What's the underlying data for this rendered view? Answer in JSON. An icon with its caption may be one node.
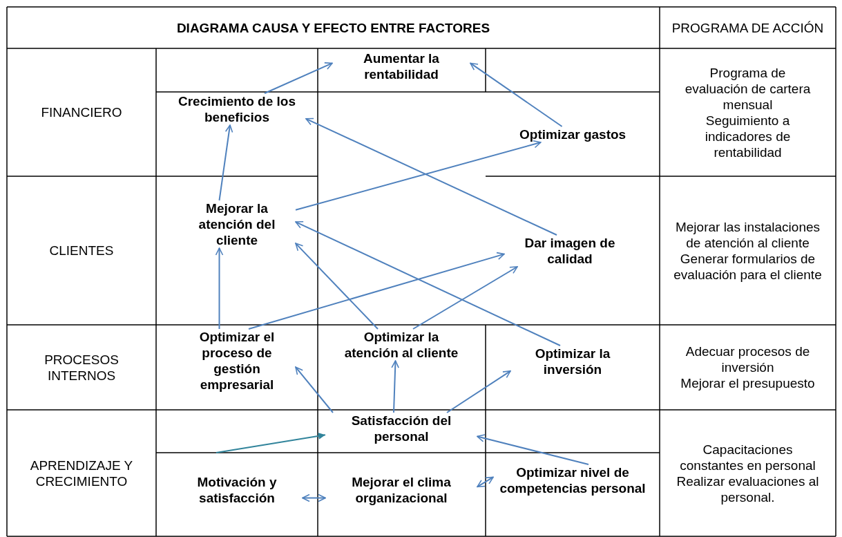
{
  "diagram": {
    "nodes": [
      {
        "text": [
          "Aumentar la rentabilidad"
        ]
      },
      {
        "text": [
          "Crecimiento de los beneficios"
        ]
      },
      {
        "text": [
          "Optimizar gastos"
        ]
      },
      {
        "text": [
          "Mejorar la atención del cliente"
        ]
      },
      {
        "text": [
          "Dar imagen de calidad"
        ]
      },
      {
        "text": [
          "Optimizar el proceso de gestión empresarial"
        ]
      },
      {
        "text": [
          "Optimizar la atención al cliente"
        ]
      },
      {
        "text": [
          "Optimizar la inversión"
        ]
      },
      {
        "text": [
          "Satisfacción del personal"
        ]
      },
      {
        "text": [
          "Motivación y satisfacción"
        ]
      },
      {
        "text": [
          "Mejorar el clima organizacional"
        ]
      },
      {
        "text": [
          "Optimizar nivel de competencias personal"
        ]
      }
    ],
    "edges": [
      {
        "from": 1,
        "to": 0,
        "arrow": "to"
      },
      {
        "from": 2,
        "to": 0,
        "arrow": "to"
      },
      {
        "from": 3,
        "to": 1,
        "arrow": "to"
      },
      {
        "from": 3,
        "to": 2,
        "arrow": "to"
      },
      {
        "from": 4,
        "to": 1,
        "arrow": "to"
      },
      {
        "from": 5,
        "to": 3,
        "arrow": "to"
      },
      {
        "from": 5,
        "to": 4,
        "arrow": "to"
      },
      {
        "from": 6,
        "to": 3,
        "arrow": "to"
      },
      {
        "from": 6,
        "to": 4,
        "arrow": "to"
      },
      {
        "from": 7,
        "to": 3,
        "arrow": "to"
      },
      {
        "from": 8,
        "to": 5,
        "arrow": "to"
      },
      {
        "from": 8,
        "to": 6,
        "arrow": "to"
      },
      {
        "from": 8,
        "to": 7,
        "arrow": "to"
      },
      {
        "from": null,
        "to": 8,
        "arrow": "to",
        "color": "#31849b"
      },
      {
        "from": 11,
        "to": 8,
        "arrow": "to"
      },
      {
        "from": 9,
        "to": 10,
        "arrow": "both"
      },
      {
        "from": 10,
        "to": 11,
        "arrow": "both"
      }
    ],
    "labels": [
      "DIAGRAMA CAUSA Y EFECTO ENTRE FACTORES",
      "PROGRAMA DE ACCIÓN",
      "FINANCIERO",
      "Programa de evaluación de cartera mensual",
      "Seguimiento a indicadores de rentabilidad",
      "CLIENTES",
      "Mejorar las instalaciones de atención al cliente",
      "Generar formularios de evaluación para el cliente",
      "PROCESOS INTERNOS",
      "Adecuar procesos de inversión",
      "Mejorar el presupuesto",
      "APRENDIZAJE Y CRECIMIENTO",
      "Capacitaciones constantes en personal",
      "Realizar evaluaciones al personal."
    ]
  }
}
